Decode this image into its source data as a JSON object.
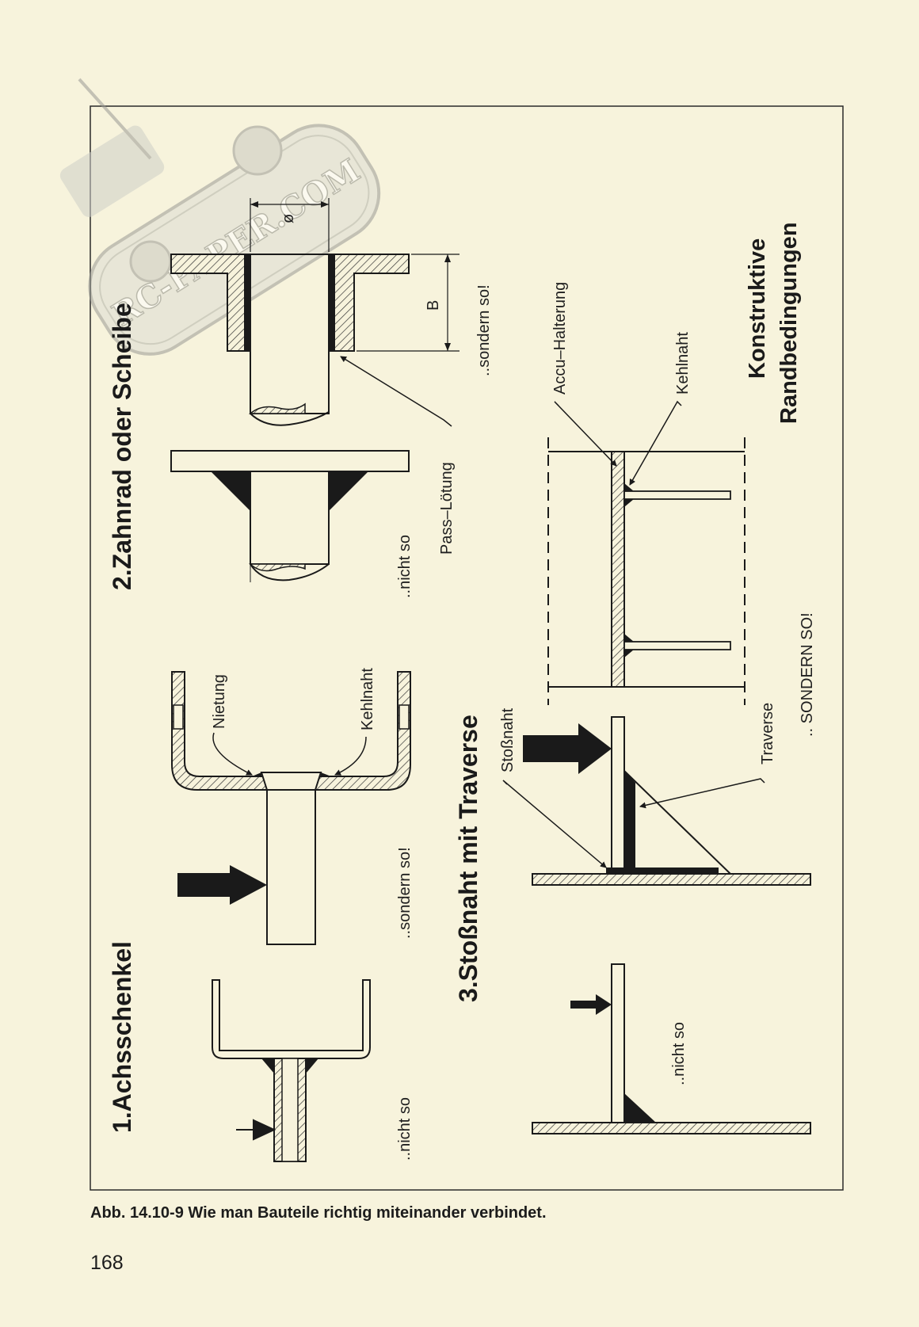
{
  "figure": {
    "sections": {
      "s1": {
        "title": "1.Achsschenkel",
        "not_this": "..nicht so",
        "but_this": "..sondern so!",
        "label_rivet": "Nietung",
        "label_fillet": "Kehlnaht"
      },
      "s2": {
        "title": "2.Zahnrad oder Scheibe",
        "not_this": "..nicht so",
        "but_this": "..sondern so!",
        "label_fit_solder": "Pass–Lötung",
        "label_diameter": "ø",
        "label_width": "B"
      },
      "s3": {
        "title": "3.Stoßnaht mit Traverse",
        "not_this": "..nicht so",
        "but_this": ".. SONDERN SO!",
        "label_butt_weld": "Stoßnaht",
        "label_crossbar": "Traverse",
        "label_battery_holder": "Accu–Halterung",
        "label_fillet": "Kehlnaht"
      },
      "s4": {
        "title_line1": "Konstruktive",
        "title_line2": "Randbedingungen"
      }
    },
    "watermark": "RC-PAPER.COM"
  },
  "caption": "Abb. 14.10-9 Wie man Bauteile richtig miteinander verbindet.",
  "page_number": "168",
  "colors": {
    "paper": "#f7f3dc",
    "ink": "#1a1a1a"
  }
}
